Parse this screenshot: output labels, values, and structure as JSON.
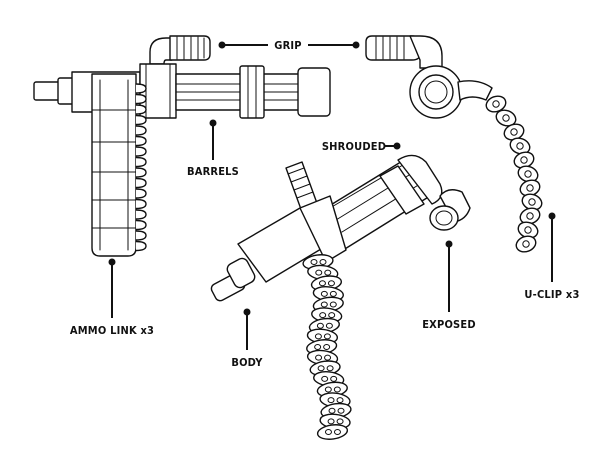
{
  "labels": {
    "grip": "GRIP",
    "barrels": "BARRELS",
    "shrouded": "SHROUDED",
    "ammo_link": "AMMO LINK x3",
    "body": "BODY",
    "exposed": "EXPOSED",
    "u_clip": "U-CLIP x3"
  }
}
